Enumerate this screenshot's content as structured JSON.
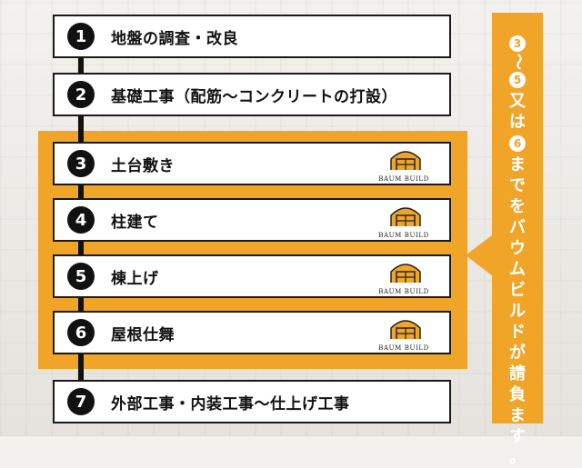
{
  "steps": [
    {
      "num": "1",
      "label": "地盤の調査・改良"
    },
    {
      "num": "2",
      "label": "基礎工事（配筋～コンクリートの打設）"
    },
    {
      "num": "3",
      "label": "土台敷き",
      "logo": "BAUM BUILD"
    },
    {
      "num": "4",
      "label": "柱建て",
      "logo": "BAUM BUILD"
    },
    {
      "num": "5",
      "label": "棟上げ",
      "logo": "BAUM BUILD"
    },
    {
      "num": "6",
      "label": "屋根仕舞",
      "logo": "BAUM BUILD"
    },
    {
      "num": "7",
      "label": "外部工事・内装工事～仕上げ工事"
    }
  ],
  "side_note": {
    "from_num": "3",
    "tilde": "～",
    "to_num": "5",
    "mid_text": "又は",
    "alt_num": "6",
    "tail_text": "までをバウムビルドが請負ます。"
  },
  "colors": {
    "accent": "#f0a528",
    "dark": "#111111",
    "box_bg": "#ffffff"
  },
  "icons": {
    "logo_mark": "house-frame-icon"
  }
}
